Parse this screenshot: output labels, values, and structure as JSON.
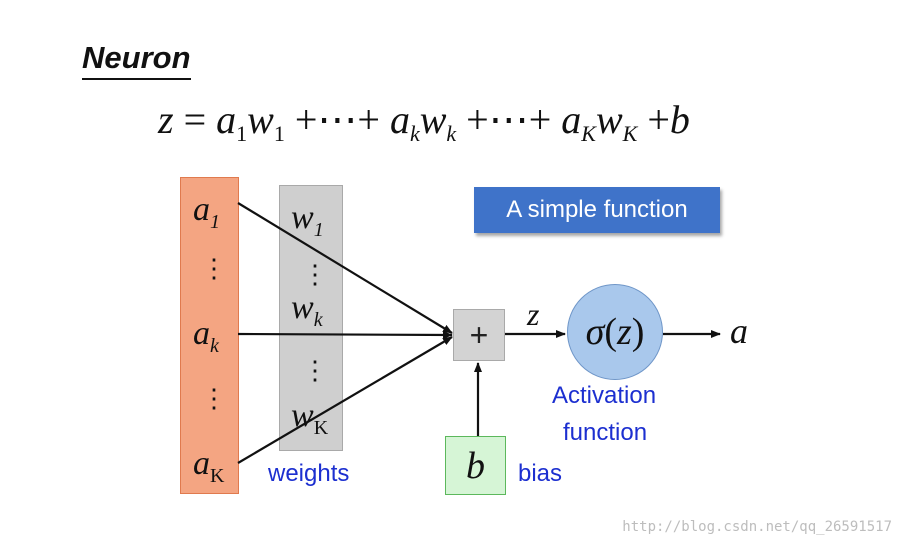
{
  "title": "Neuron",
  "equation": {
    "lhs": "z",
    "eq": "=",
    "a1": "a",
    "a1_sub": "1",
    "w1": "w",
    "w1_sub": "1",
    "plus1": "+",
    "cdots1": "⋯",
    "plus2": "+",
    "ak": "a",
    "ak_sub": "k",
    "wk": "w",
    "wk_sub": "k",
    "plus3": "+",
    "cdots2": "⋯",
    "plus4": "+",
    "aK": "a",
    "aK_sub": "K",
    "wK": "w",
    "wK_sub": "K",
    "plus5": "+",
    "b": "b"
  },
  "inputs": [
    {
      "var": "a",
      "sub": "1"
    },
    {
      "var": "a",
      "sub": "k"
    },
    {
      "var": "a",
      "sub": "K"
    }
  ],
  "weights": [
    {
      "var": "w",
      "sub": "1"
    },
    {
      "var": "w",
      "sub": "k"
    },
    {
      "var": "w",
      "sub": "K"
    }
  ],
  "ellipsis": "⋮",
  "weights_label": "weights",
  "simple_function_label": "A simple function",
  "sum_symbol": "+",
  "z_label": "z",
  "activation": {
    "sigma": "σ",
    "open": "(",
    "arg": "z",
    "close": ")"
  },
  "output_label": "a",
  "activation_label_line1": "Activation",
  "activation_label_line2": "function",
  "bias_symbol": "b",
  "bias_label": "bias",
  "watermark": "http://blog.csdn.net/qq_26591517"
}
